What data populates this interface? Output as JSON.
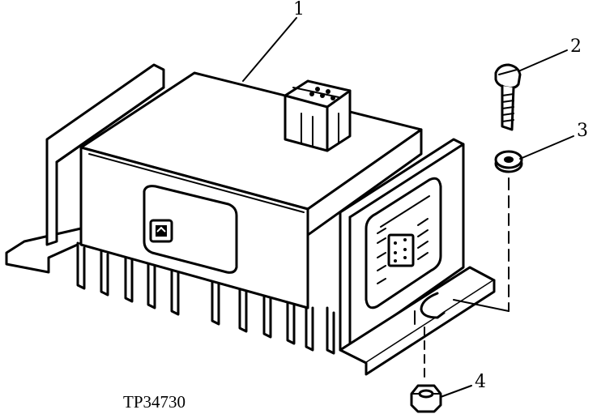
{
  "figure_id": "TP34730",
  "callouts": [
    {
      "number": "1",
      "part": "relay-module"
    },
    {
      "number": "2",
      "part": "cap-screw"
    },
    {
      "number": "3",
      "part": "lock-washer"
    },
    {
      "number": "4",
      "part": "hex-nut"
    }
  ]
}
